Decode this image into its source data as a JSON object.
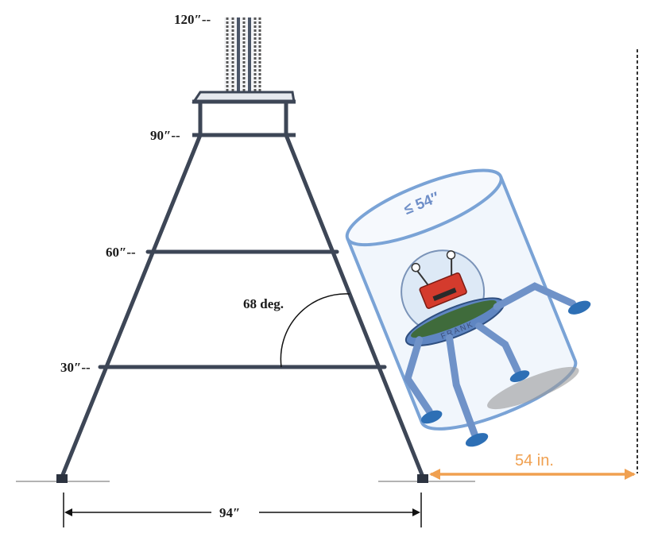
{
  "height_labels": {
    "h120": "120″--",
    "h90": "90″--",
    "h60": "60″--",
    "h30": "30″--"
  },
  "angle_label": "68 deg.",
  "cylinder_label": "≤ 54″",
  "base_width_label": "94″",
  "clearance_label": "54 in.",
  "robot_name": "FRANK",
  "colors": {
    "frame": "#3d4656",
    "cylinder_outline": "#7aa3d6",
    "cylinder_fill": "#eef4fb",
    "clearance_arrow": "#f0a050",
    "robot_body": "#5f86c2",
    "robot_head": "#d43b2d"
  }
}
